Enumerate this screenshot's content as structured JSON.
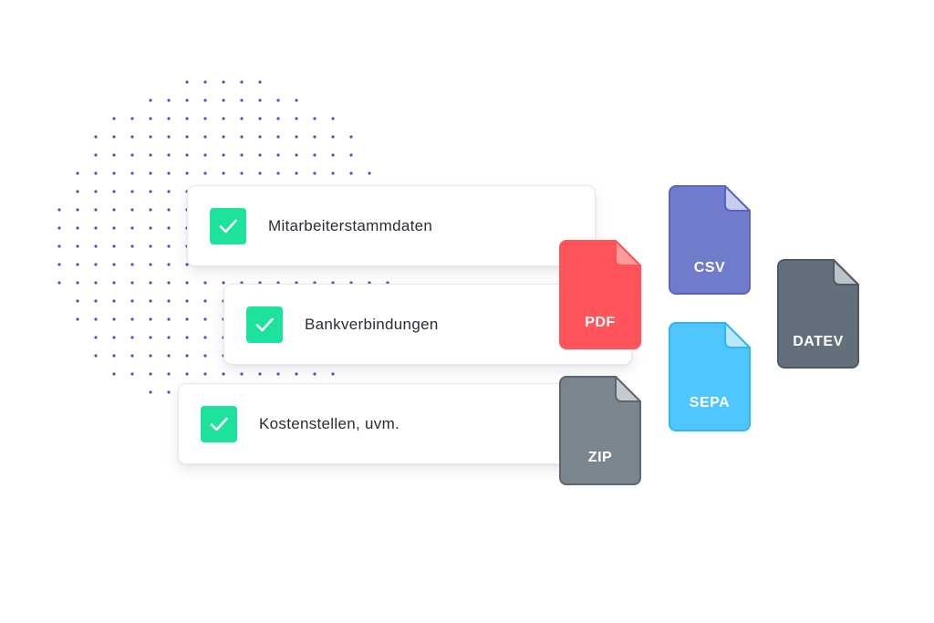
{
  "checklist": {
    "items": [
      {
        "label": "Mitarbeiterstammdaten",
        "checked": true
      },
      {
        "label": "Bankverbindungen",
        "checked": true
      },
      {
        "label": "Kostenstellen, uvm.",
        "checked": true
      }
    ],
    "check_color": "#1de29b",
    "check_icon": "checkmark-icon"
  },
  "files": [
    {
      "id": "pdf",
      "label": "PDF",
      "icon": "file-icon",
      "color": "#ff5459",
      "fold_color": "#ff9a9d",
      "border": "#ff5459"
    },
    {
      "id": "csv",
      "label": "CSV",
      "icon": "file-icon",
      "color": "#717bcc",
      "fold_color": "#c9ccee",
      "border": "#5a64c2"
    },
    {
      "id": "datev",
      "label": "DATEV",
      "icon": "file-icon",
      "color": "#636f7a",
      "fold_color": "#bcc3c9",
      "border": "#4d5964"
    },
    {
      "id": "sepa",
      "label": "SEPA",
      "icon": "file-icon",
      "color": "#4fc6fe",
      "fold_color": "#b9e8ff",
      "border": "#2fb6f4"
    },
    {
      "id": "zip",
      "label": "ZIP",
      "icon": "file-icon",
      "color": "#7b858e",
      "fold_color": "#c6cbd0",
      "border": "#5c6670"
    }
  ],
  "decoration": {
    "dot_color": "#4a55c8"
  }
}
